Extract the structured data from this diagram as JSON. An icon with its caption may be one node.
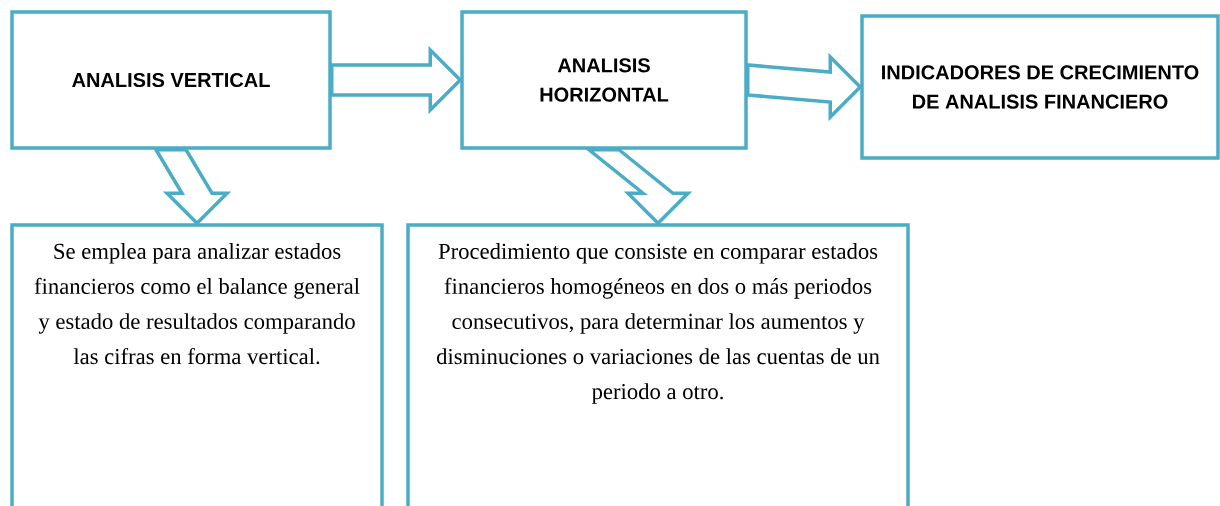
{
  "diagram": {
    "nodes": [
      {
        "text": [
          "ANALISIS VERTICAL"
        ]
      },
      {
        "text": [
          "ANALISIS HORIZONTAL"
        ]
      },
      {
        "text": [
          "INDICADORES DE CRECIMIENTO DE ANALISIS FINANCIERO"
        ]
      },
      {
        "text": [
          "Se emplea para analizar estados financieros como el balance general y estado de resultados comparando las cifras en forma vertical."
        ]
      },
      {
        "text": [
          "Procedimiento que consiste en comparar estados financieros homogéneos en dos o más periodos consecutivos, para determinar los aumentos y disminuciones o variaciones de las cuentas de un periodo a otro."
        ]
      }
    ],
    "edges": [
      {
        "from": 0,
        "to": 1,
        "arrow": "to"
      },
      {
        "from": 1,
        "to": 2,
        "arrow": "to"
      },
      {
        "from": 0,
        "to": 3,
        "arrow": "to"
      },
      {
        "from": 1,
        "to": 4,
        "arrow": "to"
      }
    ]
  }
}
